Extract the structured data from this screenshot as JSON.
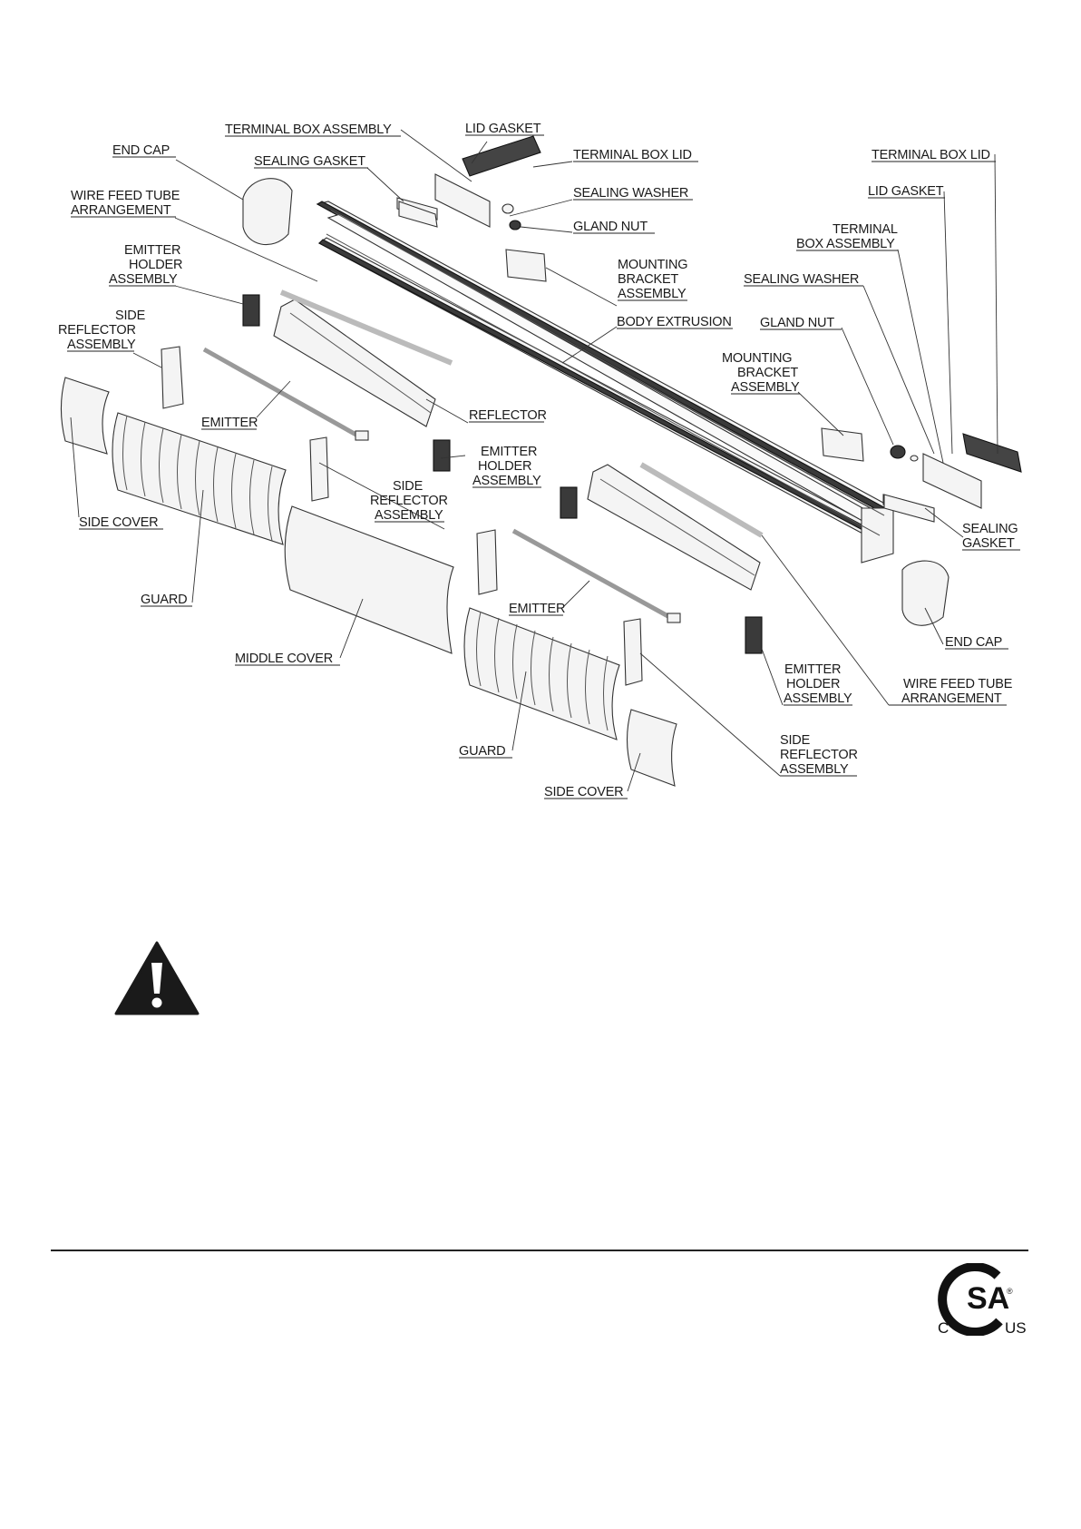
{
  "labels": {
    "terminal_box_assembly_top": "TERMINAL BOX ASSEMBLY",
    "lid_gasket_top": "LID GASKET",
    "terminal_box_lid_top": "TERMINAL BOX LID",
    "end_cap_top": "END CAP",
    "sealing_gasket_top": "SEALING GASKET",
    "sealing_washer_top": "SEALING WASHER",
    "gland_nut_top": "GLAND NUT",
    "wire_feed_tube_top_1": "WIRE FEED TUBE",
    "wire_feed_tube_top_2": "ARRANGEMENT",
    "emitter_holder_top_1": "EMITTER",
    "emitter_holder_top_2": "HOLDER",
    "emitter_holder_top_3": "ASSEMBLY",
    "mounting_bracket_top_1": "MOUNTING",
    "mounting_bracket_top_2": "BRACKET",
    "mounting_bracket_top_3": "ASSEMBLY",
    "side_reflector_top_1": "SIDE",
    "side_reflector_top_2": "REFLECTOR",
    "side_reflector_top_3": "ASSEMBLY",
    "body_extrusion": "BODY EXTRUSION",
    "emitter_left": "EMITTER",
    "reflector": "REFLECTOR",
    "side_cover_left": "SIDE COVER",
    "emitter_holder_mid_1": "EMITTER",
    "emitter_holder_mid_2": "HOLDER",
    "emitter_holder_mid_3": "ASSEMBLY",
    "side_reflector_mid_1": "SIDE",
    "side_reflector_mid_2": "REFLECTOR",
    "side_reflector_mid_3": "ASSEMBLY",
    "guard_left": "GUARD",
    "middle_cover": "MIDDLE COVER",
    "emitter_right": "EMITTER",
    "guard_right": "GUARD",
    "side_cover_right": "SIDE COVER",
    "terminal_box_lid_right": "TERMINAL BOX LID",
    "lid_gasket_right": "LID GASKET",
    "terminal_box_right_1": "TERMINAL",
    "terminal_box_right_2": "BOX ASSEMBLY",
    "sealing_washer_right": "SEALING WASHER",
    "gland_nut_right": "GLAND NUT",
    "mounting_bracket_right_1": "MOUNTING",
    "mounting_bracket_right_2": "BRACKET",
    "mounting_bracket_right_3": "ASSEMBLY",
    "sealing_gasket_right_1": "SEALING",
    "sealing_gasket_right_2": "GASKET",
    "end_cap_right": "END CAP",
    "emitter_holder_right_1": "EMITTER",
    "emitter_holder_right_2": "HOLDER",
    "emitter_holder_right_3": "ASSEMBLY",
    "wire_feed_tube_right_1": "WIRE FEED TUBE",
    "wire_feed_tube_right_2": "ARRANGEMENT",
    "side_reflector_right_1": "SIDE",
    "side_reflector_right_2": "REFLECTOR",
    "side_reflector_right_3": "ASSEMBLY"
  },
  "certification": {
    "mark": "SA",
    "left": "C",
    "right": "US",
    "registered": "®"
  }
}
